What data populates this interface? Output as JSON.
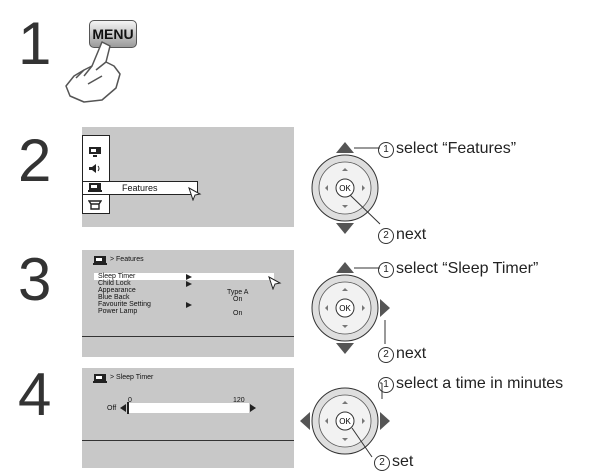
{
  "steps": {
    "one": "1",
    "two": "2",
    "three": "3",
    "four": "4"
  },
  "step1": {
    "menu_label": "MENU"
  },
  "step2": {
    "menu_item": "Features",
    "circle_1": "1",
    "circle_2": "2",
    "instruction_1": "select “Features”",
    "instruction_2": "next"
  },
  "step3": {
    "breadcrumb": "> Features",
    "items": [
      {
        "label": "Sleep Timer",
        "value": ""
      },
      {
        "label": "Child Lock",
        "value": ""
      },
      {
        "label": "Appearance",
        "value": "Type A"
      },
      {
        "label": "Blue Back",
        "value": "On"
      },
      {
        "label": "Favourite Setting",
        "value": ""
      },
      {
        "label": "Power Lamp",
        "value": "On"
      }
    ],
    "circle_1": "1",
    "circle_2": "2",
    "instruction_1": "select “Sleep Timer”",
    "instruction_2": "next"
  },
  "step4": {
    "breadcrumb": "> Sleep Timer",
    "min_value": "0",
    "max_value": "120",
    "off_label": "Off",
    "circle_1": "1",
    "circle_2": "2",
    "instruction_1": "select a time in minutes",
    "instruction_2": "set"
  },
  "remote": {
    "ok_label": "OK"
  },
  "colors": {
    "panel_bg": "#c8c8c8",
    "highlight": "#ffffff",
    "text": "#222222"
  }
}
